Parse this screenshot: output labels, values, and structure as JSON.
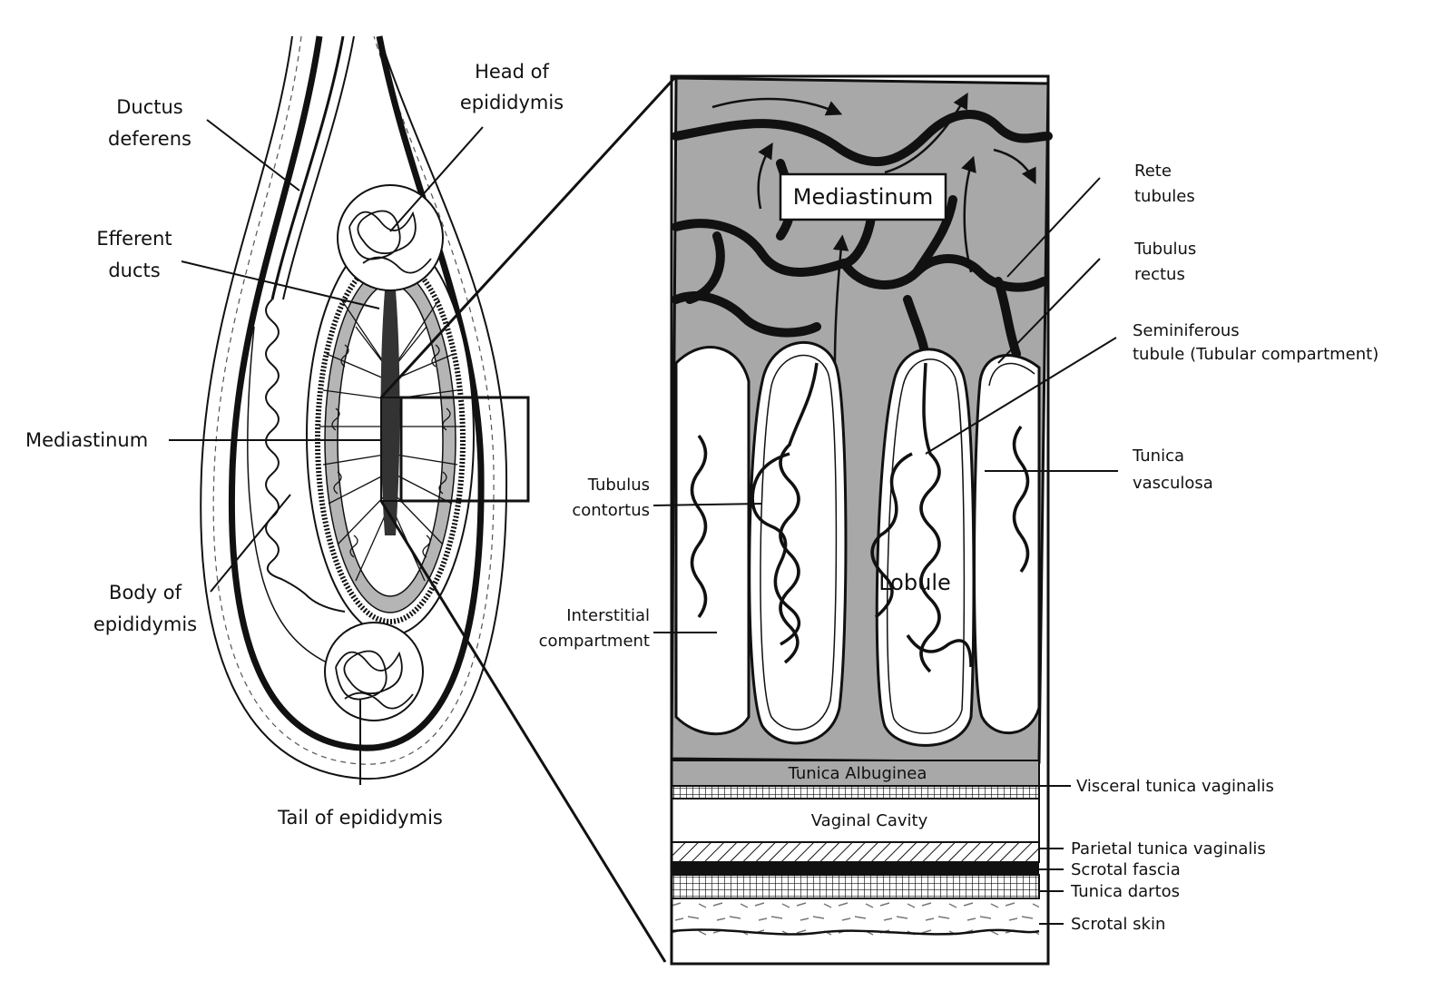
{
  "labels": {
    "ductus_deferens": [
      "Ductus",
      "deferens"
    ],
    "head_of_epididymis": [
      "Head of",
      "epididymis"
    ],
    "efferent_ducts": [
      "Efferent",
      "ducts"
    ],
    "mediastinum_left": "Mediastinum",
    "body_of_epididymis": [
      "Body of",
      "epididymis"
    ],
    "tail_of_epididymis": "Tail of epididymis",
    "mediastinum_box": "Mediastinum",
    "rete_tubules": [
      "Rete",
      "tubules"
    ],
    "tubulus_rectus": [
      "Tubulus",
      "rectus"
    ],
    "seminiferous_tubule": [
      "Seminiferous",
      "tubule (Tubular compartment)"
    ],
    "tunica_vasculosa": [
      "Tunica",
      "vasculosa"
    ],
    "tubulus_contortus": [
      "Tubulus",
      "contortus"
    ],
    "interstitial_compartment": [
      "Interstitial",
      "compartment"
    ],
    "lobule": "Lobule",
    "tunica_albuginea": "Tunica Albuginea",
    "vaginal_cavity": "Vaginal Cavity",
    "visceral_tunica_vaginalis": "Visceral tunica vaginalis",
    "parietal_tunica_vaginalis": "Parietal tunica vaginalis",
    "scrotal_fascia": "Scrotal fascia",
    "tunica_dartos": "Tunica dartos",
    "scrotal_skin": "Scrotal skin"
  },
  "colors": {
    "ink": "#111111",
    "tissue_gray": "#a9a9a9",
    "background": "#ffffff"
  }
}
